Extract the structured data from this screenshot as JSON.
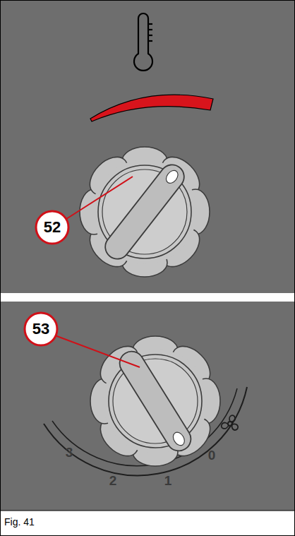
{
  "diagram": {
    "caption": "Fig. 41",
    "labels": [
      "52",
      "53",
      "3",
      "2",
      "1",
      "0"
    ]
  }
}
